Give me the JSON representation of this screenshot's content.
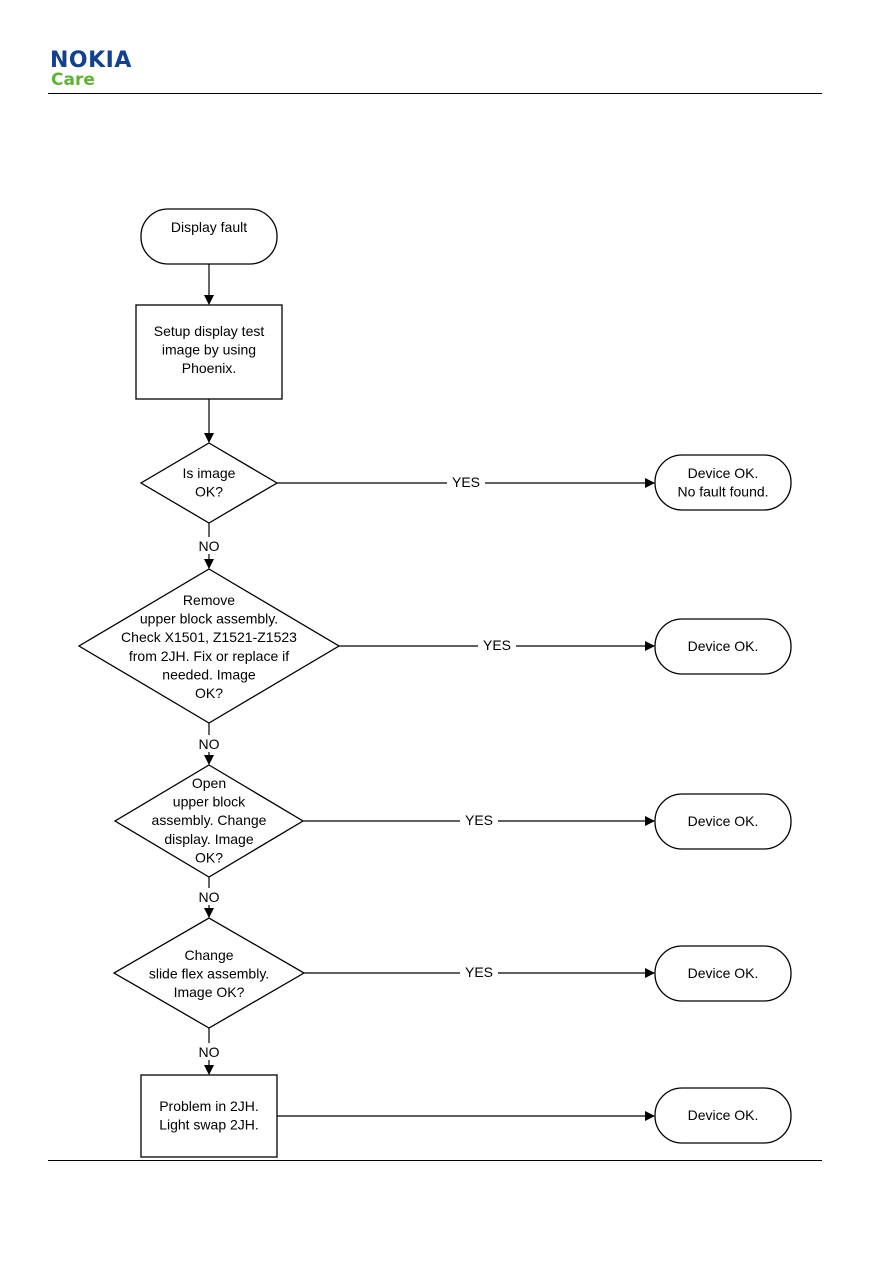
{
  "header": {
    "brand": "NOKIA",
    "sub_brand": "Care"
  },
  "colors": {
    "brand_blue": "#124191",
    "brand_green": "#5fb336",
    "stroke": "#000000"
  },
  "flowchart": {
    "start": [
      "Display fault"
    ],
    "setup": [
      "Setup display test",
      "image by using",
      "Phoenix."
    ],
    "decision1": [
      "Is image",
      "OK?"
    ],
    "decision2": [
      "Remove",
      "upper block assembly.",
      "Check X1501, Z1521-Z1523",
      "from 2JH. Fix or replace if",
      "needed. Image",
      "OK?"
    ],
    "decision3": [
      "Open",
      "upper block",
      "assembly. Change",
      "display. Image",
      "OK?"
    ],
    "decision4": [
      "Change",
      "slide flex assembly.",
      "Image OK?"
    ],
    "final_box": [
      "Problem in 2JH.",
      "Light swap 2JH."
    ],
    "result1": [
      "Device OK.",
      "No fault found."
    ],
    "result2": [
      "Device OK."
    ],
    "result3": [
      "Device OK."
    ],
    "result4": [
      "Device OK."
    ],
    "result5": [
      "Device OK."
    ],
    "yes_label": "YES",
    "no_label": "NO"
  }
}
